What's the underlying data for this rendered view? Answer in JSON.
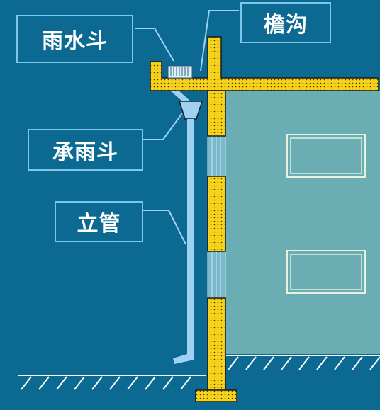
{
  "labels": {
    "rain_hopper": "雨水斗",
    "eaves_gutter": "檐沟",
    "receiving_hopper": "承雨斗",
    "downpipe": "立管"
  },
  "stray_mark": "，",
  "colors": {
    "background": "#0c6a92",
    "concrete": "#f6d21c",
    "pipe": "#9fd2f2",
    "building_wall": "#6aaeb3",
    "label_border": "#7cc7e8",
    "hatch": "#ffffff"
  }
}
